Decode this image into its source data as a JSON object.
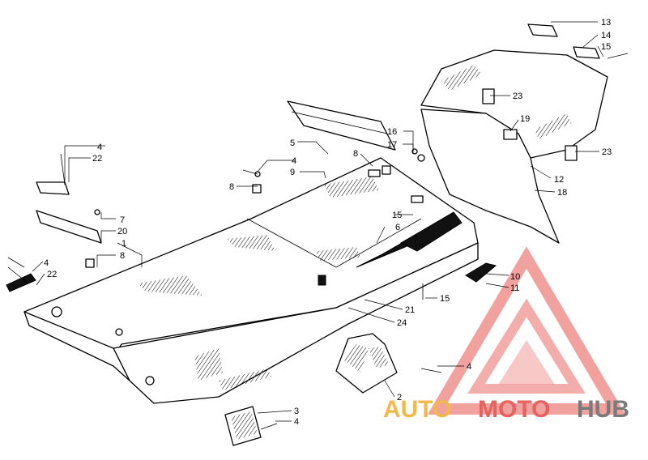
{
  "callouts": {
    "c1": "1",
    "c2": "2",
    "c3": "3",
    "c4a": "4",
    "c4b": "4",
    "c4c": "4",
    "c4d": "4",
    "c4e": "4",
    "c5": "5",
    "c6": "6",
    "c7": "7",
    "c8a": "8",
    "c8b": "8",
    "c8c": "8",
    "c9": "9",
    "c10": "10",
    "c11": "11",
    "c12": "12",
    "c13": "13",
    "c14": "14",
    "c15a": "15",
    "c15b": "15",
    "c15c": "15",
    "c16": "16",
    "c17": "17",
    "c18": "18",
    "c19": "19",
    "c20": "20",
    "c21": "21",
    "c22a": "22",
    "c22b": "22",
    "c23a": "23",
    "c23b": "23",
    "c24": "24"
  },
  "watermark": {
    "part1": "AUTO",
    "part2": "MOTO",
    "part3": "HUB",
    "color1": "#f2b84b",
    "color2": "#e7625f",
    "color3": "#7a7a7a"
  }
}
